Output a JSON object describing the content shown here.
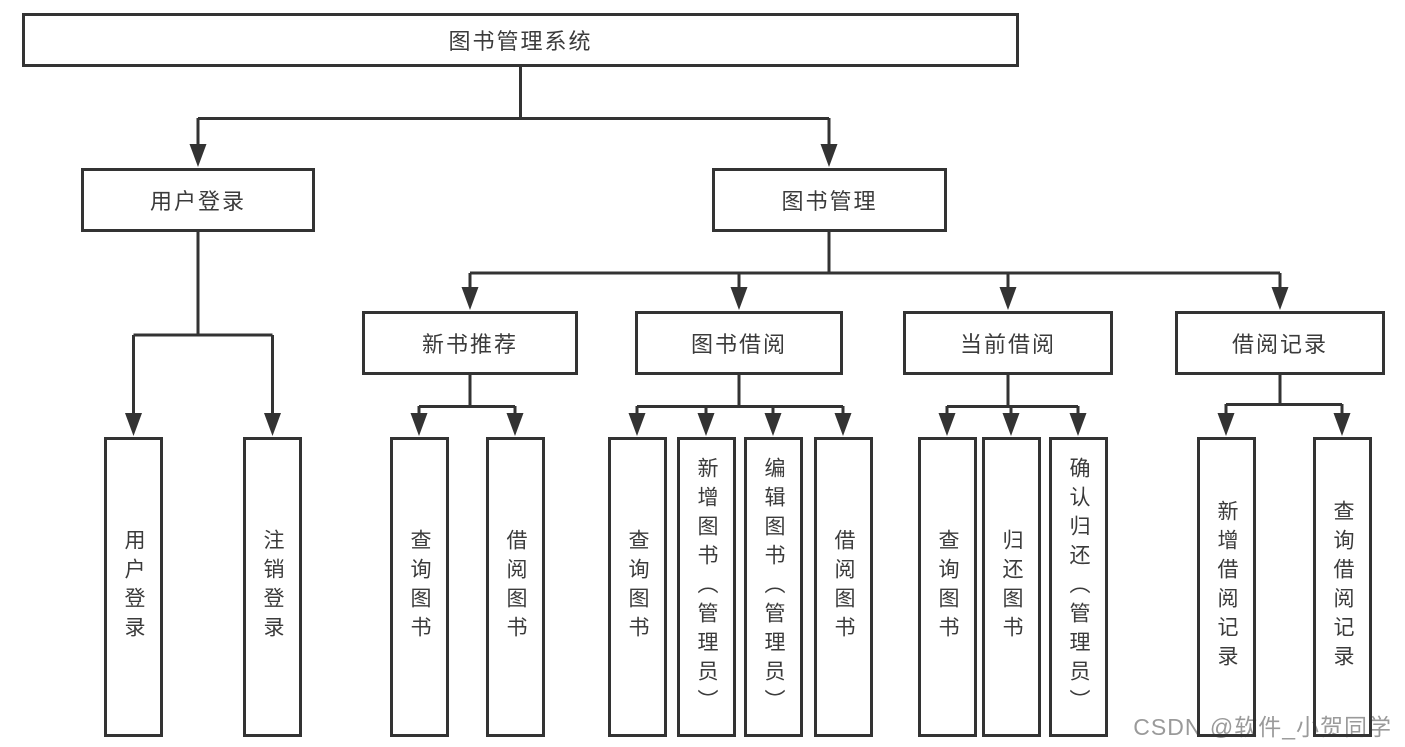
{
  "tree": {
    "root": "图书管理系统",
    "user_login": {
      "label": "用户登录",
      "children": {
        "login": "用户登录",
        "logout": "注销登录"
      }
    },
    "book_management": {
      "label": "图书管理",
      "sections": {
        "new_book_recommend": {
          "label": "新书推荐",
          "children": {
            "query_books": "查询图书",
            "borrow_books": "借阅图书"
          }
        },
        "book_borrow": {
          "label": "图书借阅",
          "children": {
            "query_books": "查询图书",
            "add_books_admin": "新增图书（管理员）",
            "edit_books_admin": "编辑图书（管理员）",
            "borrow_books": "借阅图书"
          }
        },
        "current_borrow": {
          "label": "当前借阅",
          "children": {
            "query_books": "查询图书",
            "return_books": "归还图书",
            "confirm_return_admin": "确认归还（管理员）"
          }
        },
        "borrow_records": {
          "label": "借阅记录",
          "children": {
            "add_record": "新增借阅记录",
            "query_record": "查询借阅记录"
          }
        }
      }
    }
  },
  "watermark": "CSDN @软件_小贺同学",
  "colors": {
    "line": "#333333",
    "text": "#3b3b3b",
    "watermark": "#9a9a9a"
  }
}
